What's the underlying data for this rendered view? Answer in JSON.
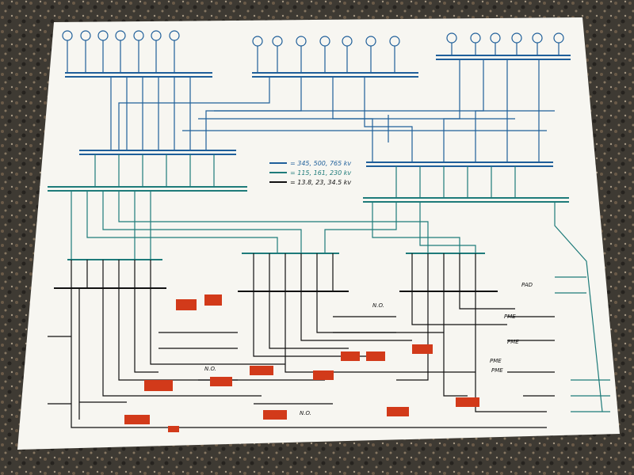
{
  "legend": [
    {
      "label": "= 345, 500, 765 kv",
      "color": "#1f5f9a"
    },
    {
      "label": "= 115, 161, 230 kv",
      "color": "#1e7b7a"
    },
    {
      "label": "= 13.8, 23, 34.5 kv",
      "color": "#111111"
    }
  ],
  "annotations": {
    "no1": "N.O.",
    "no2": "N.O.",
    "no3": "N.O.",
    "pad": "PAD",
    "pme1": "PME",
    "pme2": "PME",
    "pme3": "PME",
    "pme4": "PME"
  },
  "colors": {
    "hv": "#1f5f9a",
    "mv": "#1e7b7a",
    "lv": "#111111",
    "red": "#d23a1a",
    "paper": "#f7f6f1",
    "counter": "#3e3a33"
  }
}
